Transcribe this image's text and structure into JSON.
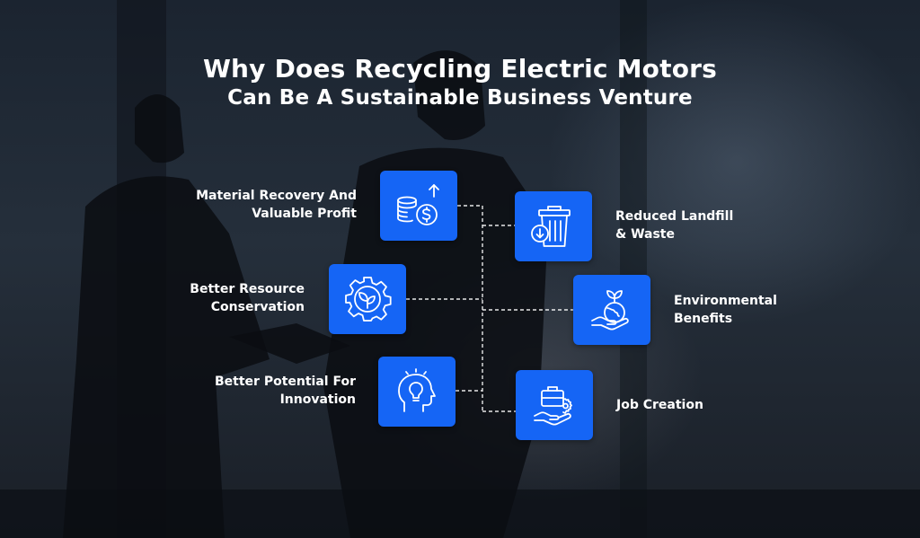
{
  "title": {
    "line1": "Why Does Recycling Electric Motors",
    "line2": "Can Be A Sustainable Business Venture"
  },
  "items": [
    {
      "label": "Material Recovery And\nValuable Profit",
      "icon": "coins-dollar-arrow-up-icon"
    },
    {
      "label": "Better Resource\nConservation",
      "icon": "gear-leaf-icon"
    },
    {
      "label": "Better Potential For\nInnovation",
      "icon": "lightbulb-head-icon"
    },
    {
      "label": "Reduced Landfill\n& Waste",
      "icon": "trash-bin-icon"
    },
    {
      "label": "Environmental\nBenefits",
      "icon": "hand-globe-icon"
    },
    {
      "label": "Job Creation",
      "icon": "hand-briefcase-gear-icon"
    }
  ],
  "colors": {
    "icon_box": "#1565f5",
    "text": "#ffffff",
    "connector": "#ffffff"
  }
}
